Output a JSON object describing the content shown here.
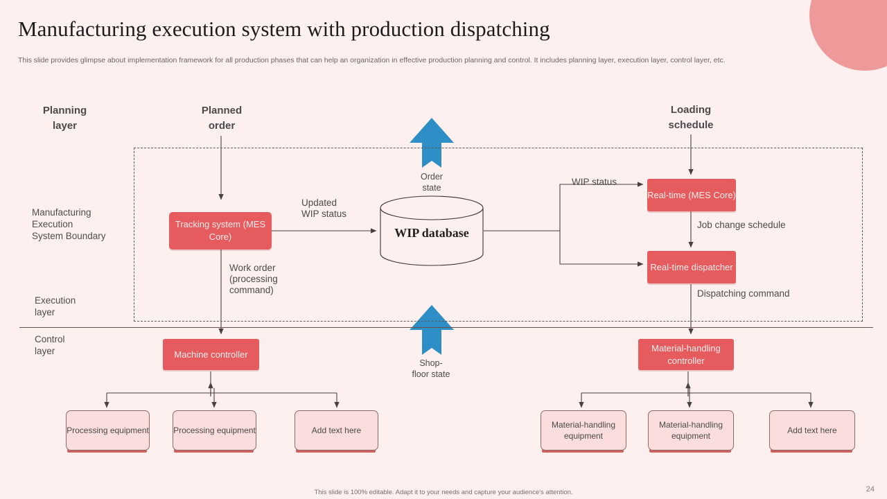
{
  "header": {
    "title": "Manufacturing execution system with production dispatching",
    "subtitle": "This slide provides glimpse about implementation framework for all production phases that can help an organization in effective  production planning and control. It includes planning layer, execution layer,  control layer,  etc."
  },
  "colors": {
    "background": "#fdf0ee",
    "accent_red": "#e65c5e",
    "pale_box": "#fadddc",
    "blue_arrow": "#2e8fc6",
    "deco_circle": "#ef9a9a",
    "text": "#4a4a4a"
  },
  "layer_labels": {
    "planning": "Planning\nlayer",
    "mes_boundary": "Manufacturing\nExecution\nSystem Boundary",
    "execution": "Execution\nlayer",
    "control": "Control\nlayer"
  },
  "inputs": {
    "planned_order": "Planned\norder",
    "loading_schedule": "Loading\nschedule"
  },
  "nodes": {
    "tracking_system": "Tracking system\n(MES Core)",
    "wip_database": "WIP\ndatabase",
    "realtime_mes_core": "Real-time\n(MES Core)",
    "realtime_dispatcher": "Real-time\ndispatcher",
    "machine_controller": "Machine\ncontroller",
    "material_handling_controller": "Material-handling\ncontroller"
  },
  "equipment": {
    "left": [
      {
        "label": "Processing\nequipment"
      },
      {
        "label": "Processing\nequipment"
      },
      {
        "label": "Add\ntext here"
      }
    ],
    "right": [
      {
        "label": "Material-handling\nequipment"
      },
      {
        "label": "Material-handling\nequipment"
      },
      {
        "label": "Add\ntext here"
      }
    ]
  },
  "edge_labels": {
    "updated_wip_status": "Updated\nWIP status",
    "work_order": "Work order\n(processing\ncommand)",
    "wip_status": "WIP status",
    "job_change_schedule": "Job change schedule",
    "dispatching_command": "Dispatching command",
    "order_state": "Order\nstate",
    "shop_floor_state": "Shop-\nfloor state"
  },
  "footer": {
    "note": "This slide is 100% editable. Adapt it to your needs and capture your audience's attention.",
    "page_number": "24"
  }
}
